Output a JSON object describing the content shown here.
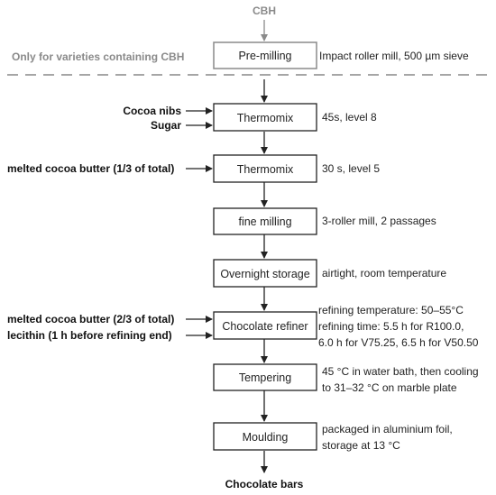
{
  "top_input": "CBH",
  "premill_note_left": "Only for varieties containing CBH",
  "steps": [
    {
      "label": "Pre-milling",
      "note": [
        "Impact roller mill, 500 µm sieve"
      ],
      "inputs": []
    },
    {
      "label": "Thermomix",
      "note": [
        "45s, level 8"
      ],
      "inputs": [
        "Cocoa nibs",
        "Sugar"
      ]
    },
    {
      "label": "Thermomix",
      "note": [
        "30 s, level 5"
      ],
      "inputs": [
        "melted cocoa butter (1/3 of total)"
      ]
    },
    {
      "label": "fine milling",
      "note": [
        "3-roller mill, 2 passages"
      ],
      "inputs": []
    },
    {
      "label": "Overnight storage",
      "note": [
        "airtight, room temperature"
      ],
      "inputs": []
    },
    {
      "label": "Chocolate refiner",
      "note": [
        "refining temperature: 50–55°C",
        "refining time: 5.5 h for R100.0,",
        "6.0 h for V75.25, 6.5 h for V50.50"
      ],
      "inputs": [
        "melted cocoa butter (2/3 of total)",
        "lecithin (1 h before refining end)"
      ]
    },
    {
      "label": "Tempering",
      "note": [
        "45 °C in water bath, then cooling",
        "to 31–32 °C on marble plate"
      ],
      "inputs": []
    },
    {
      "label": "Moulding",
      "note": [
        "packaged in aluminium foil,",
        "storage at 13 °C"
      ],
      "inputs": []
    }
  ],
  "output": "Chocolate bars"
}
